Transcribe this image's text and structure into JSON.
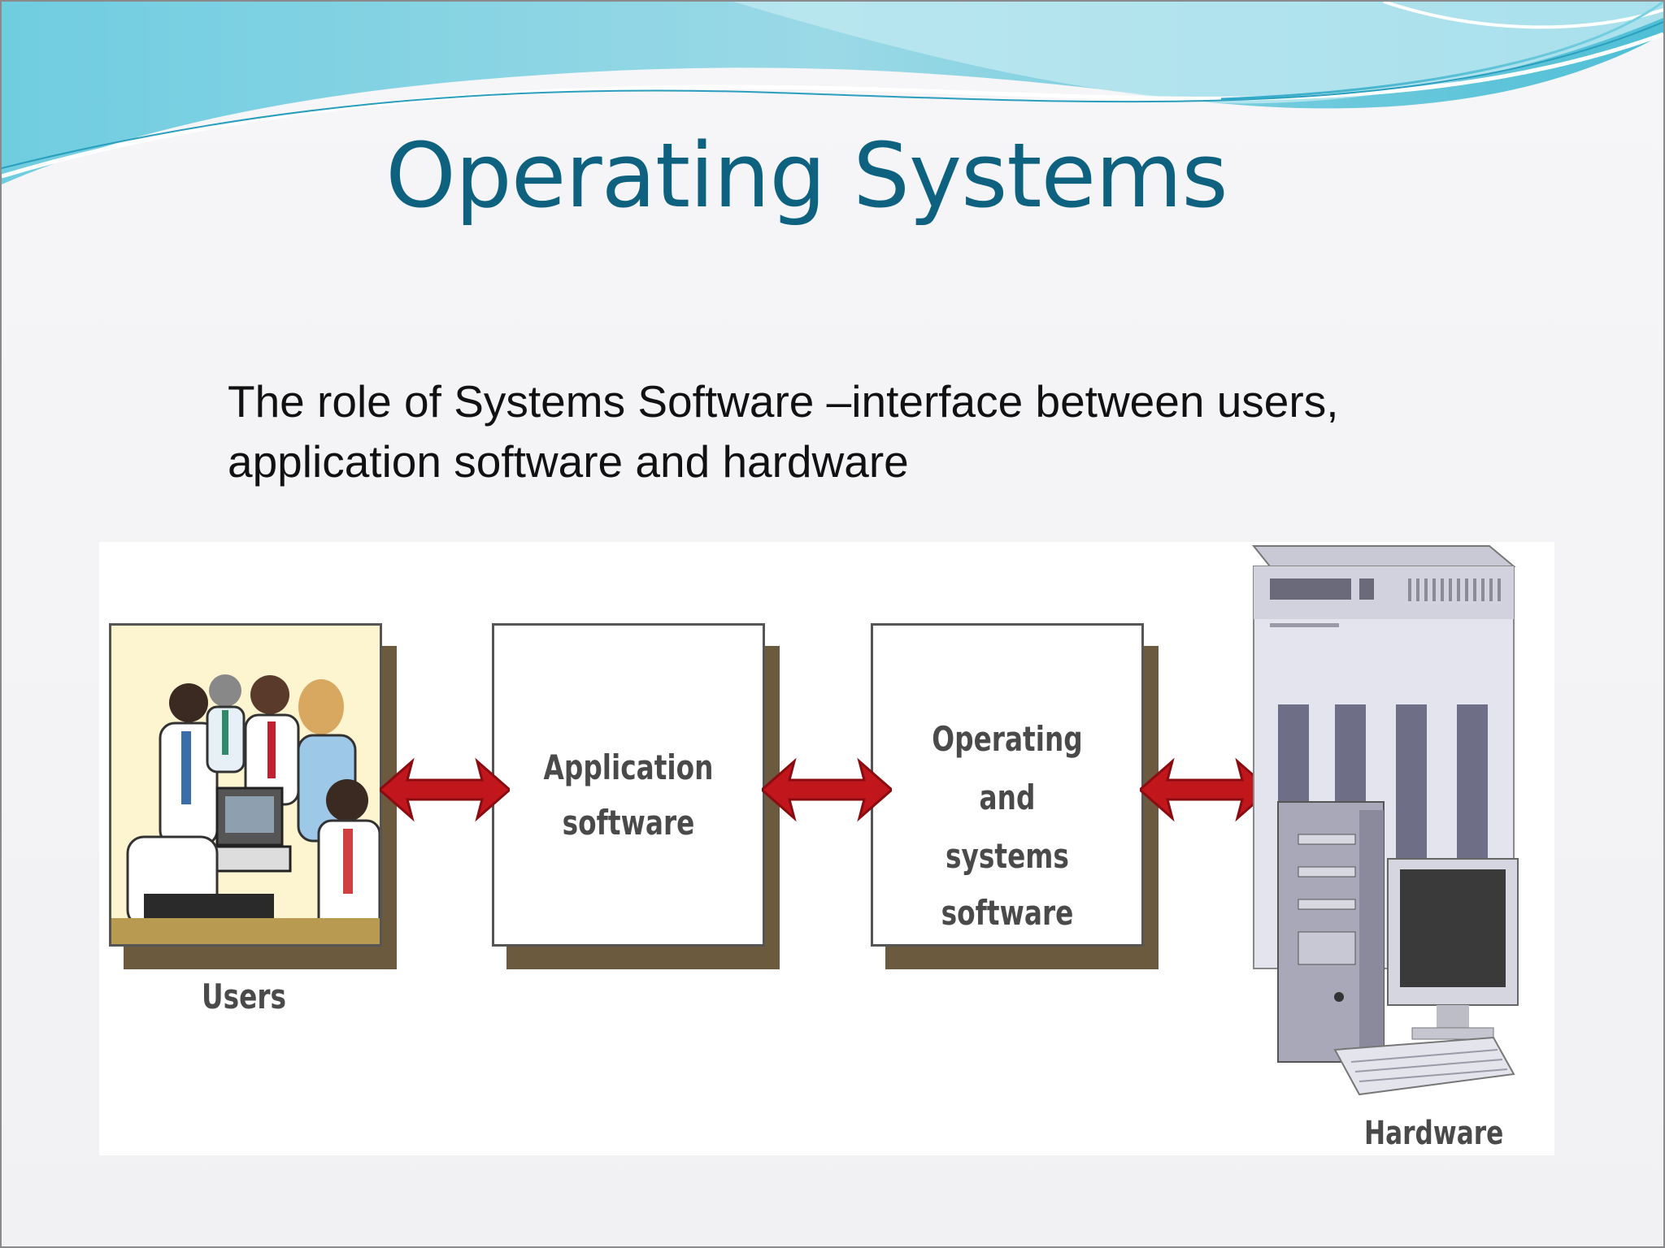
{
  "slide": {
    "title": "Operating Systems",
    "body_line_1": "The role of Systems Software –interface between users,",
    "body_line_2": "application software and hardware"
  },
  "diagram": {
    "users_label": "Users",
    "application_label_line_1": "Application",
    "application_label_line_2": "software",
    "os_label_line_1": "Operating",
    "os_label_line_2": "and",
    "os_label_line_3": "systems software",
    "hardware_label": "Hardware",
    "arrow_color": "#c0161c",
    "box_shadow_color": "#6b5a3e"
  },
  "theme": {
    "title_color": "#0e6280",
    "banner_color": "#5bc0d6"
  }
}
